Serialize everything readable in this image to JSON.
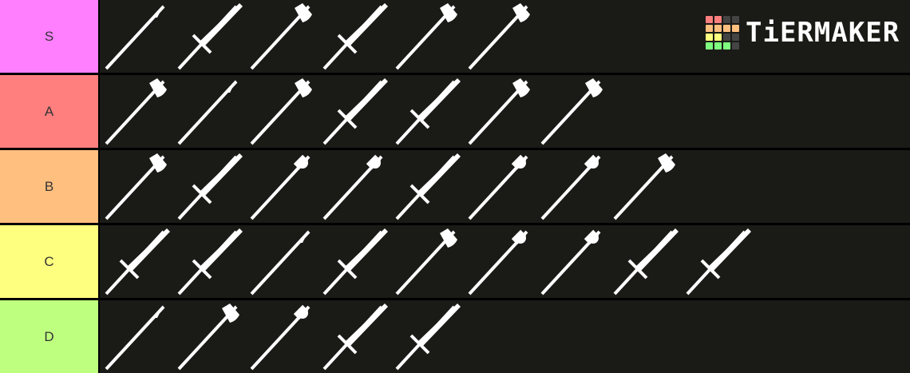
{
  "logo": {
    "text": "TiERMAKER",
    "grid_colors": [
      "#ff7f7f",
      "#ff7f7f",
      "#444444",
      "#444444",
      "#ffbf7f",
      "#ffbf7f",
      "#ffbf7f",
      "#ffbf7f",
      "#ffff7f",
      "#ffff7f",
      "#444444",
      "#444444",
      "#7fff7f",
      "#7fff7f",
      "#7fff7f",
      "#444444"
    ]
  },
  "tiers": [
    {
      "label": "S",
      "color": "#ff7fff",
      "items": [
        "spear-icon",
        "longsword-icon",
        "halberd-icon",
        "greatsword-icon",
        "greataxe-icon",
        "poleaxe-icon"
      ]
    },
    {
      "label": "A",
      "color": "#ff7f7f",
      "items": [
        "polearm-axe-icon",
        "spear-icon",
        "halberd-icon",
        "flamberge-icon",
        "longsword-icon",
        "halberd-icon",
        "double-axe-icon"
      ]
    },
    {
      "label": "B",
      "color": "#ffbf7f",
      "items": [
        "halberd-icon",
        "zweihander-icon",
        "war-pick-icon",
        "maul-icon",
        "sword-icon",
        "spiked-club-icon",
        "morning-star-icon",
        "glaive-icon"
      ]
    },
    {
      "label": "C",
      "color": "#ffff7f",
      "items": [
        "falchion-icon",
        "sabre-icon",
        "scythe-blade-icon",
        "rapier-icon",
        "pickaxe-icon",
        "hammer-icon",
        "club-icon",
        "dagger-icon",
        "shortsword-icon"
      ]
    },
    {
      "label": "D",
      "color": "#bfff7f",
      "items": [
        "shovel-icon",
        "hatchet-icon",
        "nail-club-icon",
        "knife-icon",
        "dagger-icon"
      ]
    }
  ]
}
